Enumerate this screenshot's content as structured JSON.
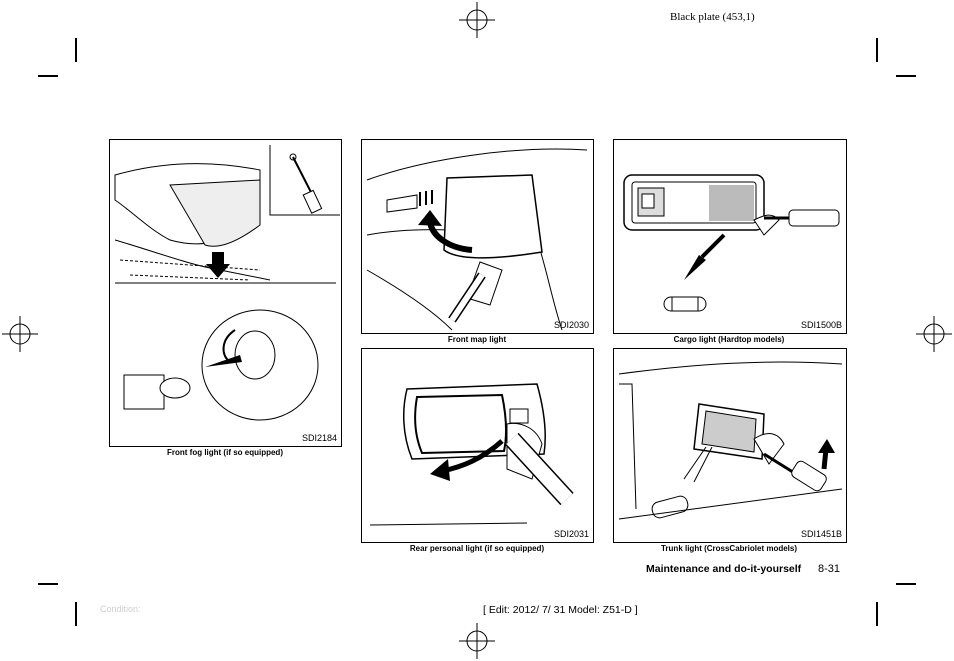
{
  "header": {
    "plate_text": "Black plate (453,1)"
  },
  "figures": [
    {
      "code": "SDI2184",
      "caption": "Front fog light (if so equipped)"
    },
    {
      "code": "SDI2030",
      "caption": "Front map light"
    },
    {
      "code": "SDI1500B",
      "caption": "Cargo light (Hardtop models)"
    },
    {
      "code": "SDI2031",
      "caption": "Rear personal light (if so equipped)"
    },
    {
      "code": "SDI1451B",
      "caption": "Trunk light (CrossCabriolet models)"
    }
  ],
  "footer": {
    "section_title": "Maintenance and do-it-yourself",
    "page_number": "8-31",
    "condition_label": "Condition:",
    "edit_info": "[ Edit: 2012/ 7/ 31   Model:  Z51-D ]"
  }
}
